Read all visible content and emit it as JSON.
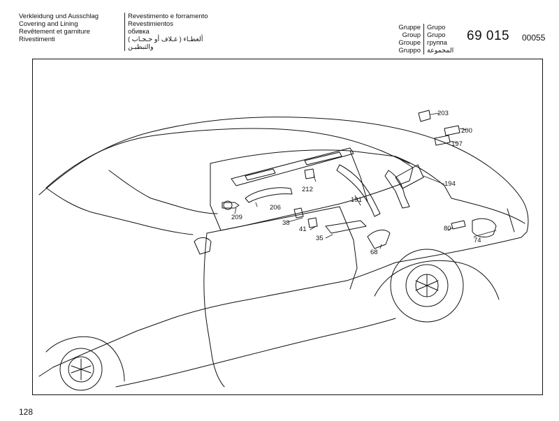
{
  "header": {
    "left_lines": [
      "Verkleidung und Ausschlag",
      "Covering and Lining",
      "Revêtement et garniture",
      "Rivestimenti"
    ],
    "mid_lines": [
      "Revestimento e forramento",
      "Revestimientos",
      "обивка",
      "ألغطـاء ( غـلاف أو حـجـاب )",
      "والتبطيـن"
    ],
    "group_labels_left": [
      "Gruppe",
      "Group",
      "Groupe",
      "Gruppo"
    ],
    "group_labels_right": [
      "Grupo",
      "Grupo",
      "группа",
      "المجموعة"
    ],
    "group_number": "69 015",
    "sheet_code": "00055"
  },
  "callouts": [
    "203",
    "200",
    "197",
    "194",
    "212",
    "191",
    "206",
    "209",
    "38",
    "41",
    "35",
    "68",
    "80",
    "74"
  ],
  "footer": {
    "page_number": "128"
  }
}
